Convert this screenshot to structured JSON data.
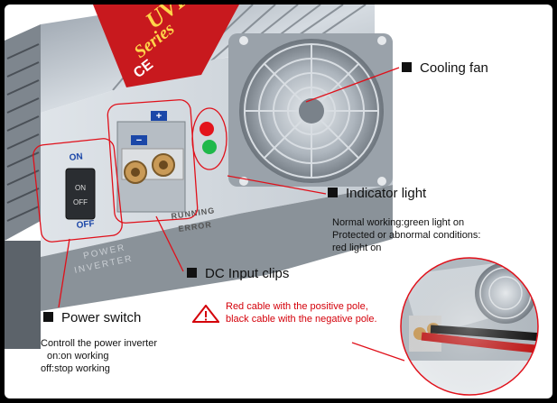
{
  "device": {
    "brand_text": "UVPR",
    "series_text": "Series",
    "cert_text": "CE",
    "switch_on": "ON",
    "switch_off": "OFF",
    "rocker_on": "ON",
    "rocker_off": "OFF",
    "status_running": "RUNNING",
    "status_error": "ERROR",
    "plate_line1": "POWER",
    "plate_line2": "INVERTER",
    "terminal_minus": "−",
    "terminal_plus": "+"
  },
  "callouts": {
    "cooling_fan": "Cooling fan",
    "indicator_light": "Indicator light",
    "indicator_desc": [
      "Normal working:green light on",
      "Protected or abnormal conditions:",
      "red light on"
    ],
    "dc_input": "DC Input clips",
    "warning": [
      "Red cable with the positive pole,",
      "black cable with the negative pole."
    ],
    "power_switch": "Power switch",
    "switch_desc": [
      "Controll the power inverter",
      "on:on working",
      "off:stop working"
    ]
  },
  "colors": {
    "callout_line": "#e0101a",
    "warning_text": "#d4000a",
    "badge_red": "#c8191e",
    "led_red": "#e3141c",
    "led_green": "#1fb84a"
  },
  "icons": [
    "warning-triangle-icon",
    "label-square-icon"
  ]
}
